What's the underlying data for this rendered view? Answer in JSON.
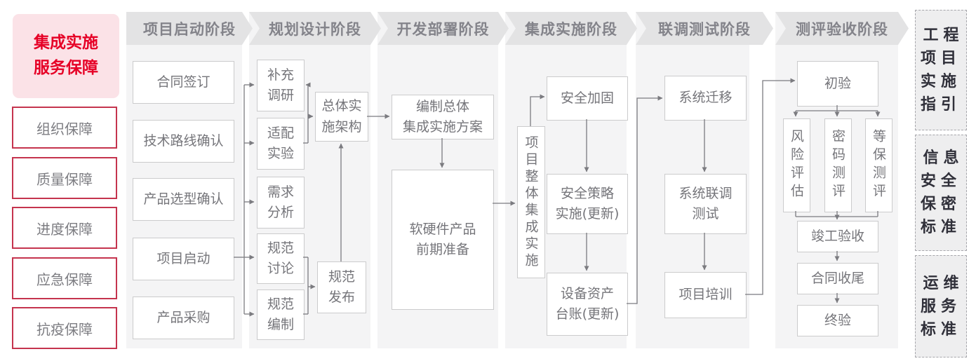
{
  "sidebar": {
    "title": "集成实施\n服务保障",
    "items": [
      "组织保障",
      "质量保障",
      "进度保障",
      "应急保障",
      "抗疫保障"
    ]
  },
  "phases": [
    "项目启动阶段",
    "规划设计阶段",
    "开发部署阶段",
    "集成实施阶段",
    "联调测试阶段",
    "测评验收阶段"
  ],
  "nodes": {
    "contract_sign": "合同签订",
    "tech_route": "技术路线确认",
    "product_select": "产品选型确认",
    "project_kickoff": "项目启动",
    "procurement": "产品采购",
    "supplement_survey": "补充\n调研",
    "adaptation_test": "适配\n实验",
    "requirement_analysis": "需求\n分析",
    "spec_discussion": "规范\n讨论",
    "spec_drafting": "规范\n编制",
    "overall_arch": "总体实\n施架构",
    "spec_release": "规范\n发布",
    "overall_plan": "编制总体\n集成实施方案",
    "hw_sw_prep": "软硬件产品\n前期准备",
    "overall_integration": "项目整体集成实施",
    "security_hardening": "安全加固",
    "security_policy": "安全策略\n实施(更新)",
    "asset_ledger": "设备资产\n台账(更新)",
    "system_migration": "系统迁移",
    "joint_debug_test": "系统联调\n测试",
    "project_training": "项目培训",
    "initial_acceptance": "初验",
    "risk_assessment": "风险评估",
    "crypto_evaluation": "密码测评",
    "classified_protection_evaluation": "等保测评",
    "completion_acceptance": "竣工验收",
    "contract_closure": "合同收尾",
    "final_acceptance": "终验"
  },
  "standards": [
    "工程\n项目\n实施\n指引",
    "信息\n安全\n保密\n标准",
    "运维\n服务\n标准"
  ],
  "colors": {
    "accent_red_text": "#e60026",
    "red_border": "#c5344e",
    "pink_bg": "#fbe2e7",
    "band_gray": "#e3e3e4",
    "column_gray": "#f4f4f5",
    "box_border": "#cbcbcc",
    "box_text": "#75757a",
    "connector": "#7b7b80",
    "standards_text": "#30303a"
  }
}
